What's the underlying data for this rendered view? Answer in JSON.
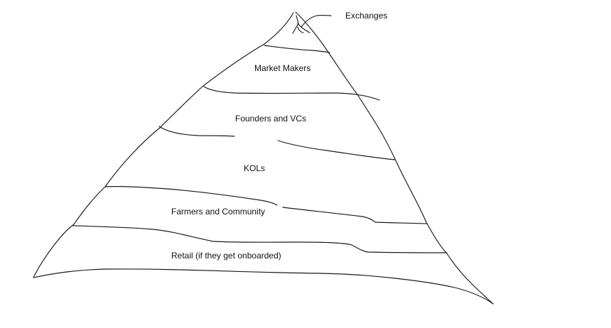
{
  "diagram": {
    "tiers": [
      {
        "label": "Exchanges"
      },
      {
        "label": "Market Makers"
      },
      {
        "label": "Founders and VCs"
      },
      {
        "label": "KOLs"
      },
      {
        "label": "Farmers and Community"
      },
      {
        "label": "Retail (if they get onboarded)"
      }
    ]
  }
}
